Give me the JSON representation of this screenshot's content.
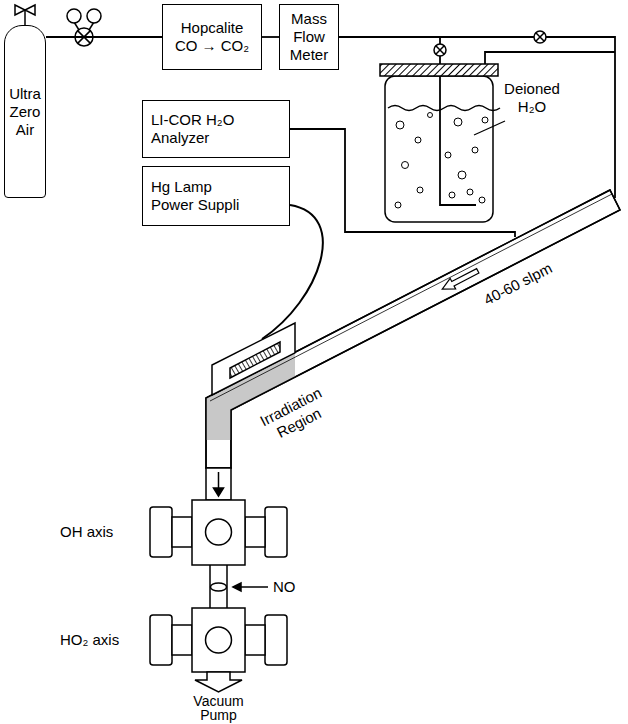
{
  "diagram": {
    "nodes": [
      {
        "text": [
          "Ultra Zero Air"
        ]
      },
      {
        "text": [
          "Hopcalite",
          "CO → CO₂"
        ]
      },
      {
        "text": [
          "Mass Flow Meter"
        ]
      },
      {
        "text": [
          "LI-COR H₂O Analyzer"
        ]
      },
      {
        "text": [
          "Hg Lamp Power Suppli"
        ]
      }
    ],
    "edges": [
      {
        "from": 0,
        "to": 1,
        "arrow": "none"
      },
      {
        "from": 1,
        "to": 2,
        "arrow": "none"
      }
    ],
    "labels": [
      "Deioned H₂O",
      "40-60 slpm",
      "Irradiation Region",
      "OH axis",
      "NO",
      "HO₂ axis",
      "Vacuum Pump"
    ]
  }
}
